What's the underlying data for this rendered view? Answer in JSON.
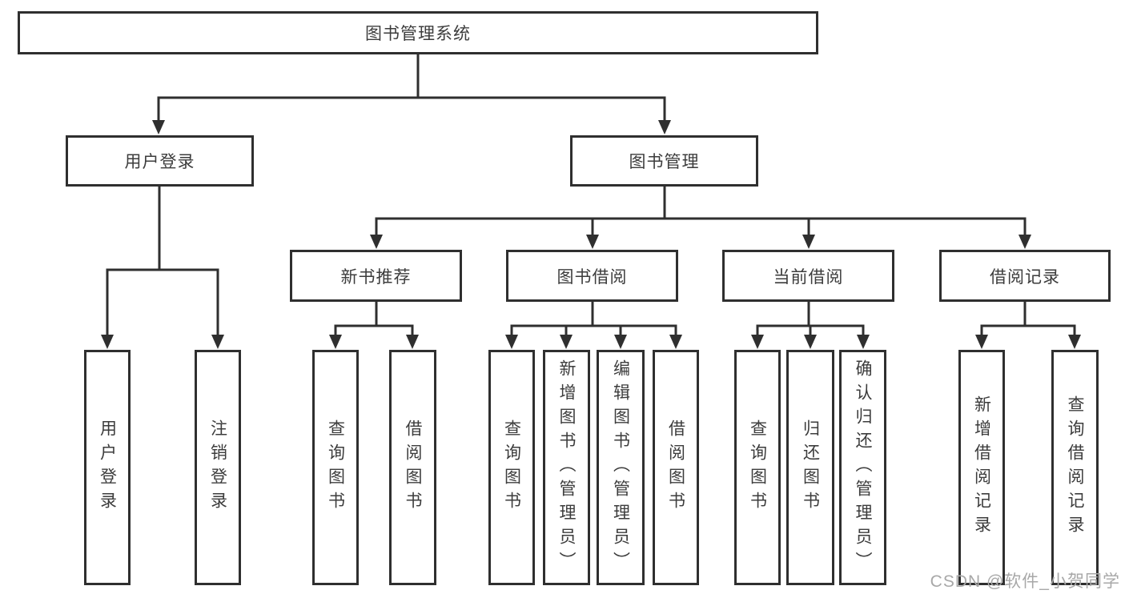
{
  "diagram": {
    "title": "图书管理系统",
    "branches": [
      {
        "label": "用户登录",
        "children": [
          "用户登录",
          "注销登录"
        ]
      },
      {
        "label": "图书管理",
        "sections": [
          {
            "label": "新书推荐",
            "children": [
              "查询图书",
              "借阅图书"
            ]
          },
          {
            "label": "图书借阅",
            "children": [
              "查询图书",
              "新增图书（管理员）",
              "编辑图书（管理员）",
              "借阅图书"
            ]
          },
          {
            "label": "当前借阅",
            "children": [
              "查询图书",
              "归还图书",
              "确认归还（管理员）"
            ]
          },
          {
            "label": "借阅记录",
            "children": [
              "新增借阅记录",
              "查询借阅记录"
            ]
          }
        ]
      }
    ]
  },
  "colors": {
    "line": "#2f2f2f",
    "text": "#3c3c3c",
    "watermark": "#a8a8a8",
    "background": "#ffffff"
  },
  "watermark": "CSDN @软件_小贺同学"
}
